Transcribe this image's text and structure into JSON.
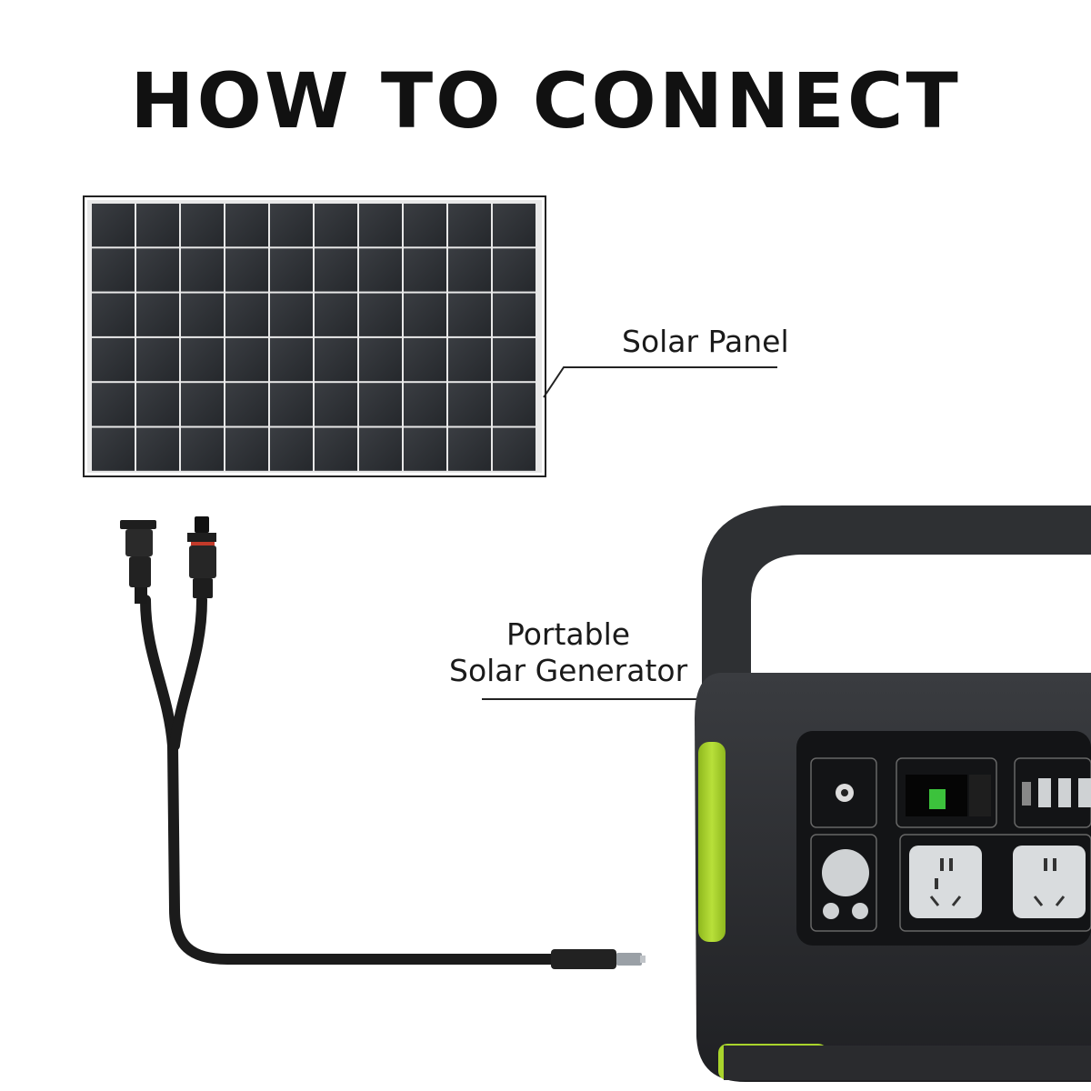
{
  "title": "HOW TO CONNECT",
  "labels": {
    "solar_panel": "Solar Panel",
    "generator_line1": "Portable",
    "generator_line2": "Solar Generator"
  },
  "colors": {
    "panel_cell": "#2f3236",
    "panel_frame": "#1e2023",
    "generator_body": "#2b2d30",
    "accent_green": "#a9d42c",
    "cable": "#1b1b1b"
  },
  "icons": [
    "solar-panel-icon",
    "mc4-connector-icon",
    "dc-plug-icon",
    "power-station-icon",
    "ac-outlet-icon",
    "usb-port-icon",
    "battery-display-icon"
  ]
}
